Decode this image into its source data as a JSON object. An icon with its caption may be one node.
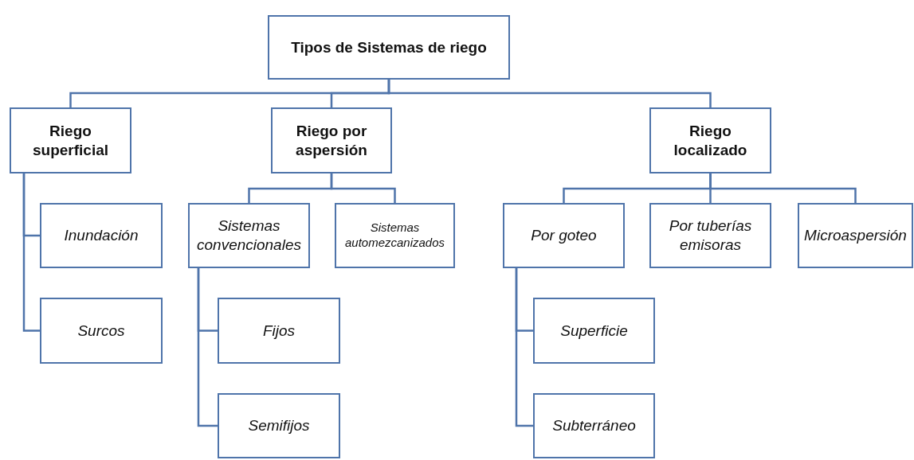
{
  "diagram": {
    "nodes": [
      {
        "text": [
          "Tipos de Sistemas de riego"
        ]
      },
      {
        "text": [
          "Riego superficial"
        ]
      },
      {
        "text": [
          "Riego por aspersión"
        ]
      },
      {
        "text": [
          "Riego localizado"
        ]
      },
      {
        "text": [
          "Inundación"
        ]
      },
      {
        "text": [
          "Surcos"
        ]
      },
      {
        "text": [
          "Sistemas convencionales"
        ]
      },
      {
        "text": [
          "Sistemas automezcanizados"
        ]
      },
      {
        "text": [
          "Fijos"
        ]
      },
      {
        "text": [
          "Semifijos"
        ]
      },
      {
        "text": [
          "Por goteo"
        ]
      },
      {
        "text": [
          "Por tuberías emisoras"
        ]
      },
      {
        "text": [
          "Microaspersión"
        ]
      },
      {
        "text": [
          "Superficie"
        ]
      },
      {
        "text": [
          "Subterráneo"
        ]
      }
    ],
    "edges": [
      {
        "from": 0,
        "to": 1,
        "arrow": "none"
      },
      {
        "from": 0,
        "to": 2,
        "arrow": "none"
      },
      {
        "from": 0,
        "to": 3,
        "arrow": "none"
      },
      {
        "from": 1,
        "to": 4,
        "arrow": "none"
      },
      {
        "from": 1,
        "to": 5,
        "arrow": "none"
      },
      {
        "from": 2,
        "to": 6,
        "arrow": "none"
      },
      {
        "from": 2,
        "to": 7,
        "arrow": "none"
      },
      {
        "from": 6,
        "to": 8,
        "arrow": "none"
      },
      {
        "from": 6,
        "to": 9,
        "arrow": "none"
      },
      {
        "from": 3,
        "to": 10,
        "arrow": "none"
      },
      {
        "from": 3,
        "to": 11,
        "arrow": "none"
      },
      {
        "from": 3,
        "to": 12,
        "arrow": "none"
      },
      {
        "from": 10,
        "to": 13,
        "arrow": "none"
      },
      {
        "from": 10,
        "to": 14,
        "arrow": "none"
      }
    ]
  }
}
